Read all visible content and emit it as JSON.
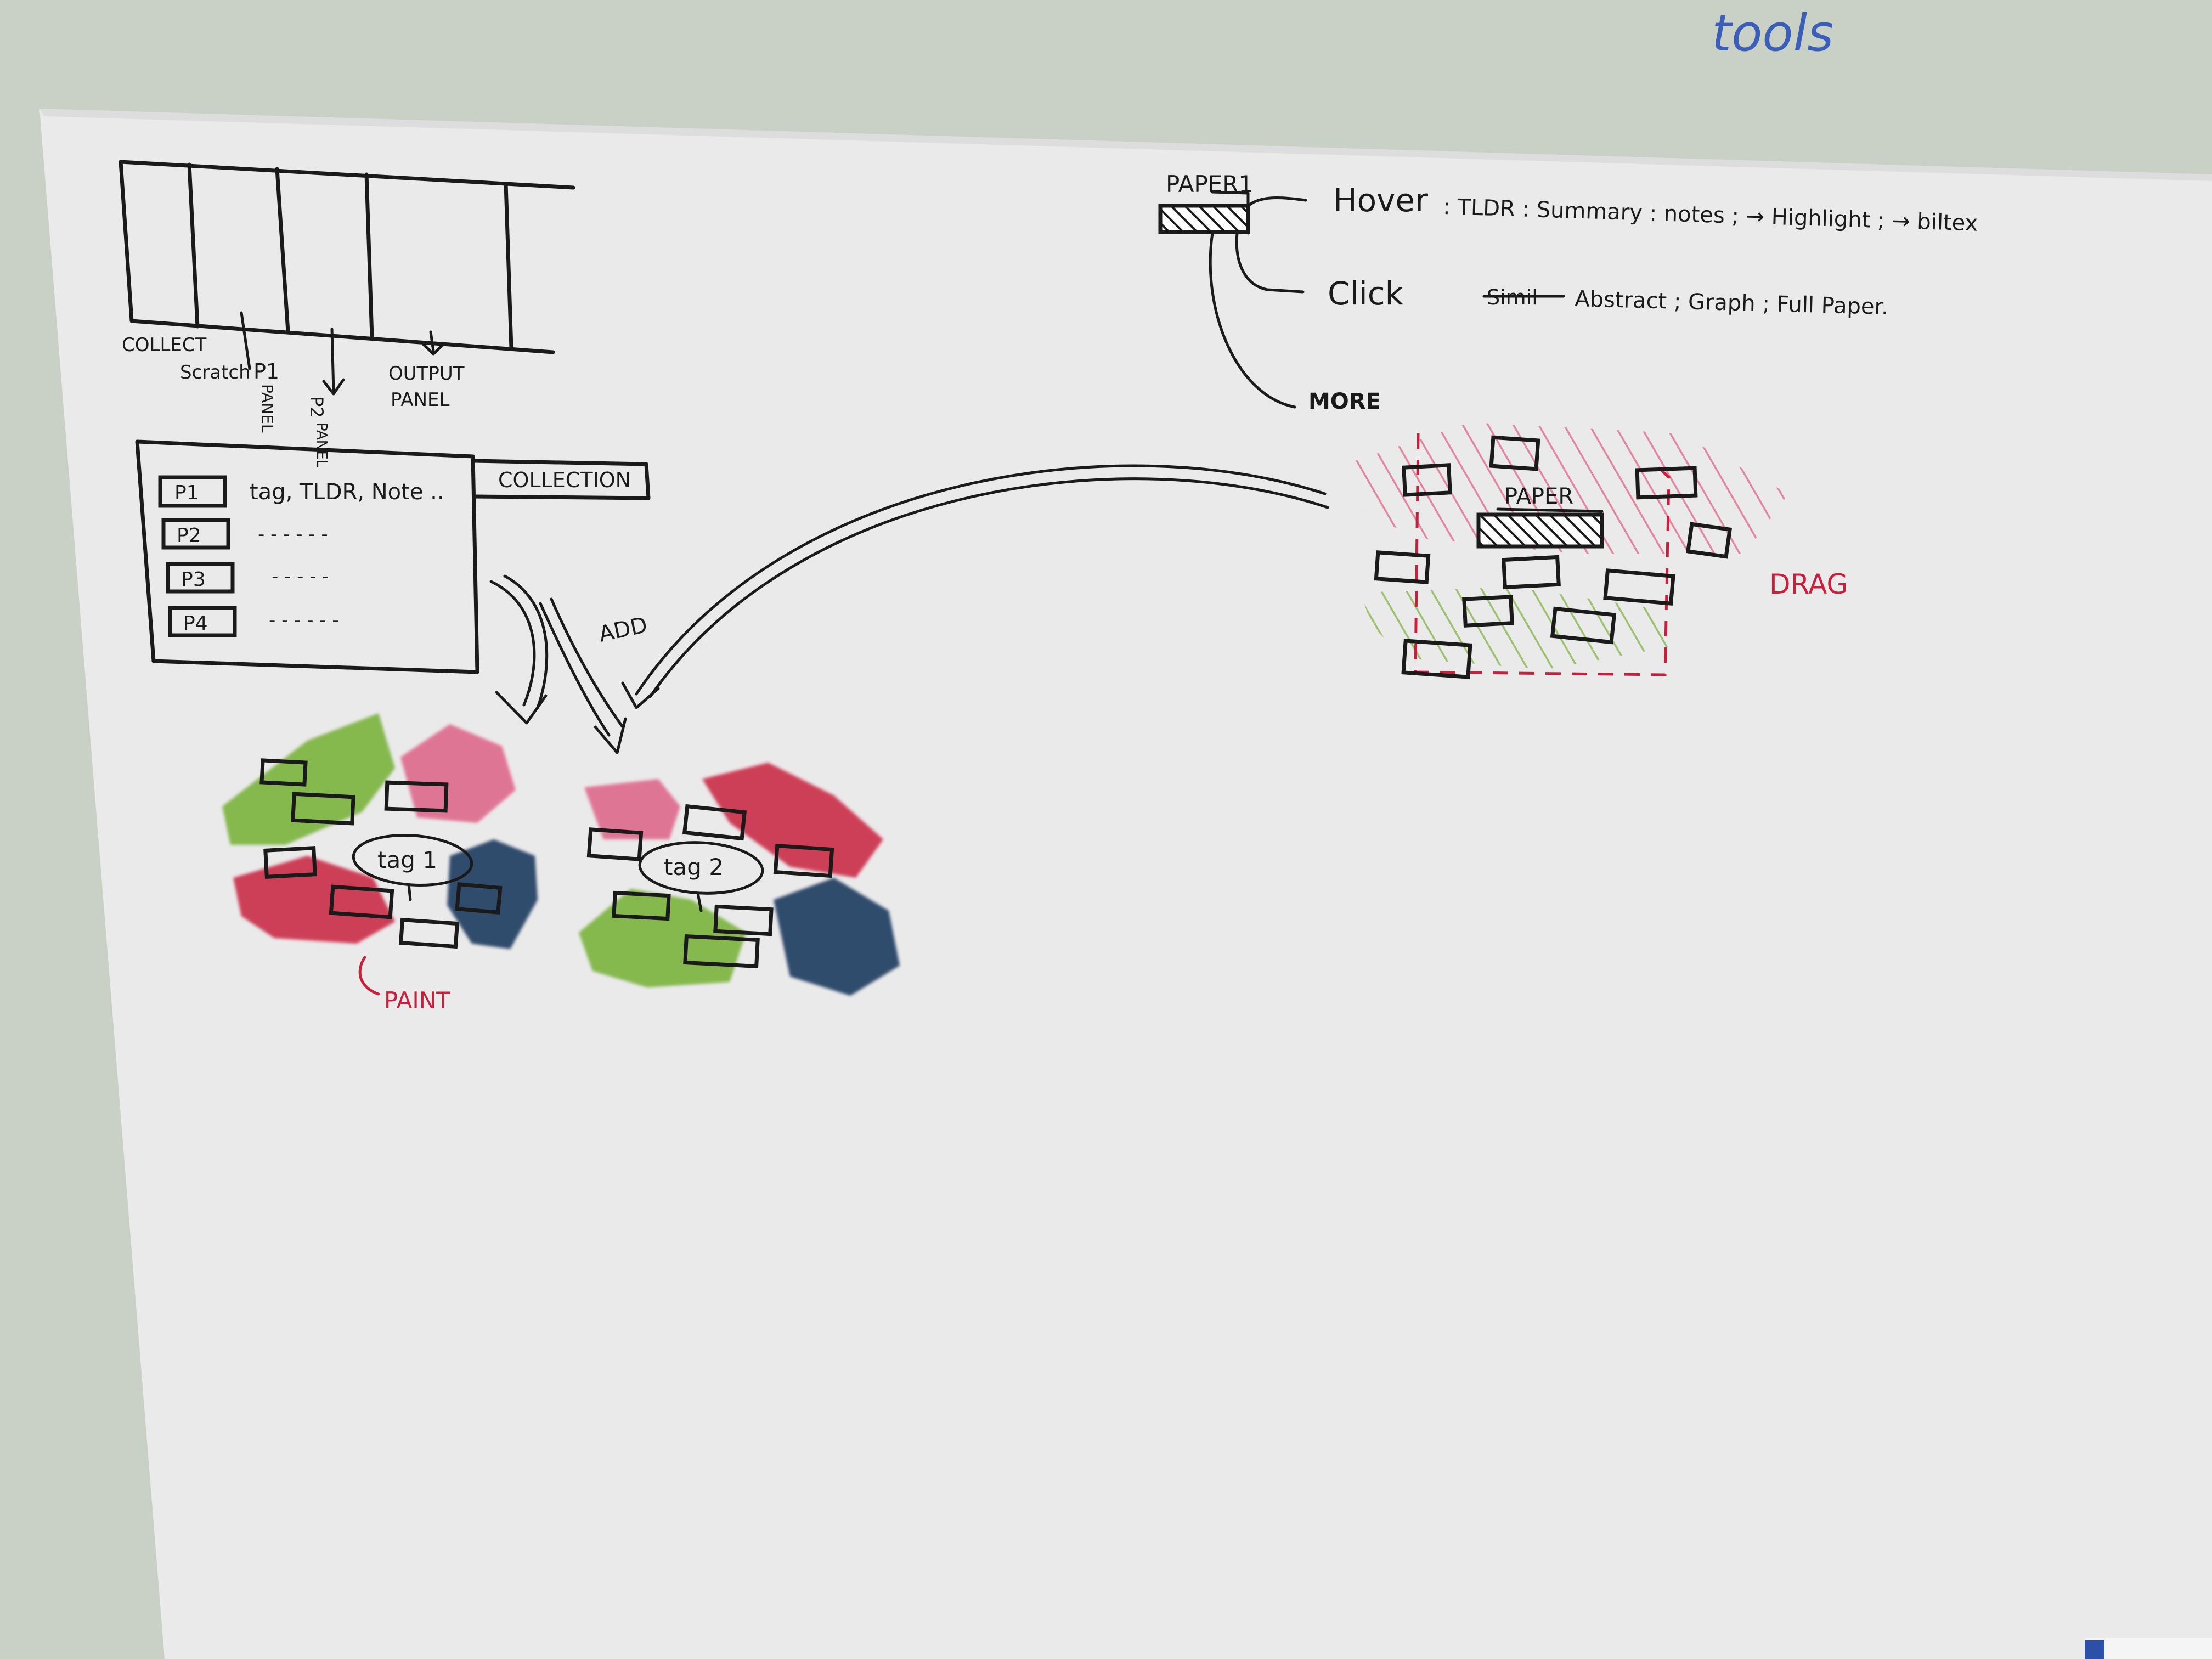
{
  "wall": {
    "corner_label": "tools"
  },
  "layout_sketch": {
    "labels": {
      "collect": "COLLECT",
      "scratch": "Scratch",
      "p1": "P1",
      "p1_panel": "PANEL",
      "p2": "P2",
      "p2_panel": "PANEL",
      "output_line1": "OUTPUT",
      "output_line2": "PANEL"
    }
  },
  "collection": {
    "title": "COLLECTION",
    "rows": [
      {
        "id": "P1",
        "detail": "tag, TLDR, Note .."
      },
      {
        "id": "P2",
        "detail": "- - - - - -"
      },
      {
        "id": "P3",
        "detail": "- - - - -"
      },
      {
        "id": "P4",
        "detail": "- - - - - -"
      }
    ]
  },
  "paper_interactions": {
    "paper_label": "PAPER1",
    "hover": {
      "label": "Hover",
      "items": ": TLDR : Summary : notes ; → Highlight ; → biltex"
    },
    "click": {
      "label": "Click",
      "struck": "Simil",
      "items": "Abstract ; Graph ; Full Paper."
    },
    "more": {
      "label": "MORE"
    }
  },
  "add_label": "ADD",
  "clusters": {
    "tag1": "tag 1",
    "tag2": "tag 2",
    "paint_label": "PAINT"
  },
  "drag_area": {
    "paper_label": "PAPER",
    "drag_label": "DRAG"
  },
  "colors": {
    "wall": "#c9d0c6",
    "paper": "#ebeaeb",
    "ink": "#1a1a1a",
    "marker_green": "#7ab33e",
    "marker_pink": "#dc4f78",
    "marker_red": "#c8203c",
    "marker_navy": "#1f3a5f",
    "marker_blue_text": "#3b5fb8"
  }
}
